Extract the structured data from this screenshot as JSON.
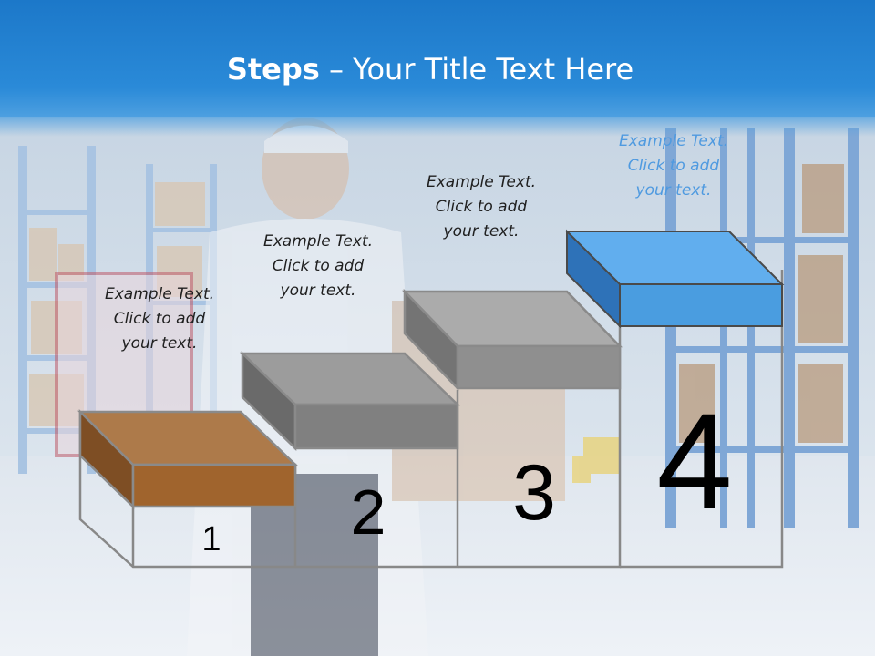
{
  "title": {
    "bold": "Steps",
    "rest": " – Your Title Text Here"
  },
  "background": {
    "scene": "warehouse-with-delivery-man"
  },
  "steps": [
    {
      "number": "1",
      "color": "#a0642d",
      "caption": [
        "Example Text.",
        "Click  to add",
        "your text."
      ]
    },
    {
      "number": "2",
      "color": "#808080",
      "caption": [
        "Example Text.",
        "Click  to add",
        "your text."
      ]
    },
    {
      "number": "3",
      "color": "#8f8f8f",
      "caption": [
        "Example Text.",
        "Click  to add",
        "your text."
      ]
    },
    {
      "number": "4",
      "color": "#4a9de0",
      "caption": [
        "Example Text.",
        "Click  to add",
        "your text."
      ]
    }
  ],
  "colors": {
    "header": "#1c78c9",
    "highlight_caption": "#4f9ae0"
  }
}
